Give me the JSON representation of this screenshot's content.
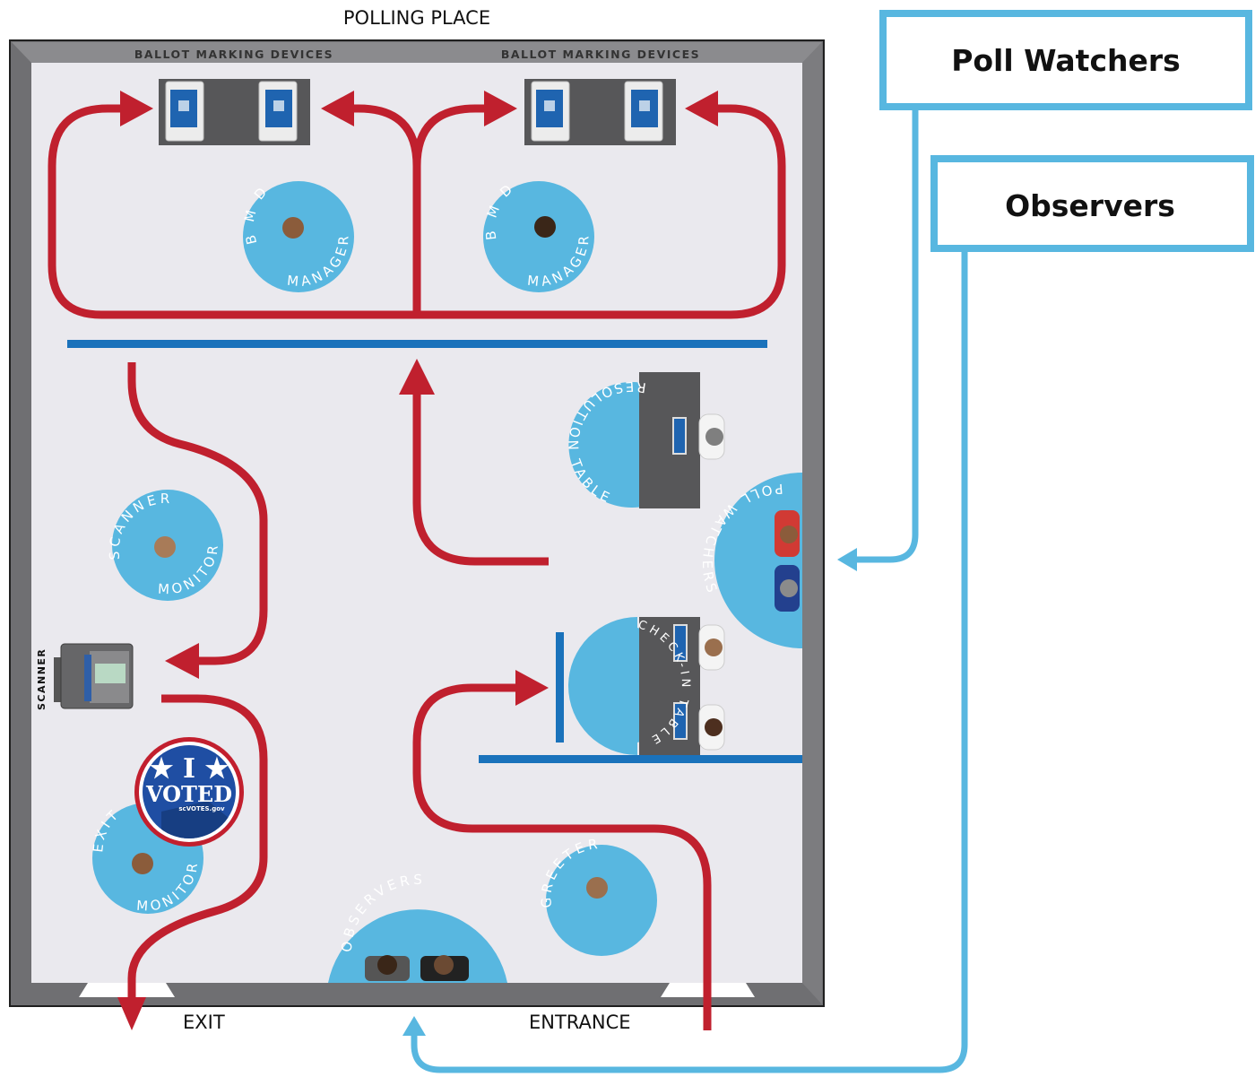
{
  "title": "POLLING PLACE",
  "bmd_group_left_label": "BALLOT MARKING DEVICES",
  "bmd_group_right_label": "BALLOT MARKING DEVICES",
  "exit_label": "EXIT",
  "entrance_label": "ENTRANCE",
  "scanner_label": "SCANNER",
  "poll_watchers_box": "Poll Watchers",
  "observers_box": "Observers",
  "stations": {
    "bmd_manager_left": {
      "top": "B M D",
      "bottom": "MANAGER"
    },
    "bmd_manager_right": {
      "top": "B M D",
      "bottom": "MANAGER"
    },
    "scanner_monitor": {
      "top": "SCANNER",
      "bottom": "MONITOR"
    },
    "exit_monitor": {
      "top": "EXIT",
      "bottom": "MONITOR"
    },
    "resolution_table": "RESOLUTION TABLE",
    "poll_watchers": "POLL WATCHERS",
    "checkin_table": "CHECK-IN TABLE",
    "greeter": "GREETER",
    "observers": "OBSERVERS"
  },
  "badge": {
    "line1": "★ I ★",
    "line2": "VOTED",
    "line3": "scVOTES.gov"
  },
  "colors": {
    "route_red": "#c0202e",
    "station_blue": "#58b7e0",
    "barrier_blue": "#1a72bb",
    "floor": "#eae9ee",
    "wall": "#6f6f72",
    "badge_blue": "#1f4ea3",
    "badge_ring": "#c21f2e"
  }
}
